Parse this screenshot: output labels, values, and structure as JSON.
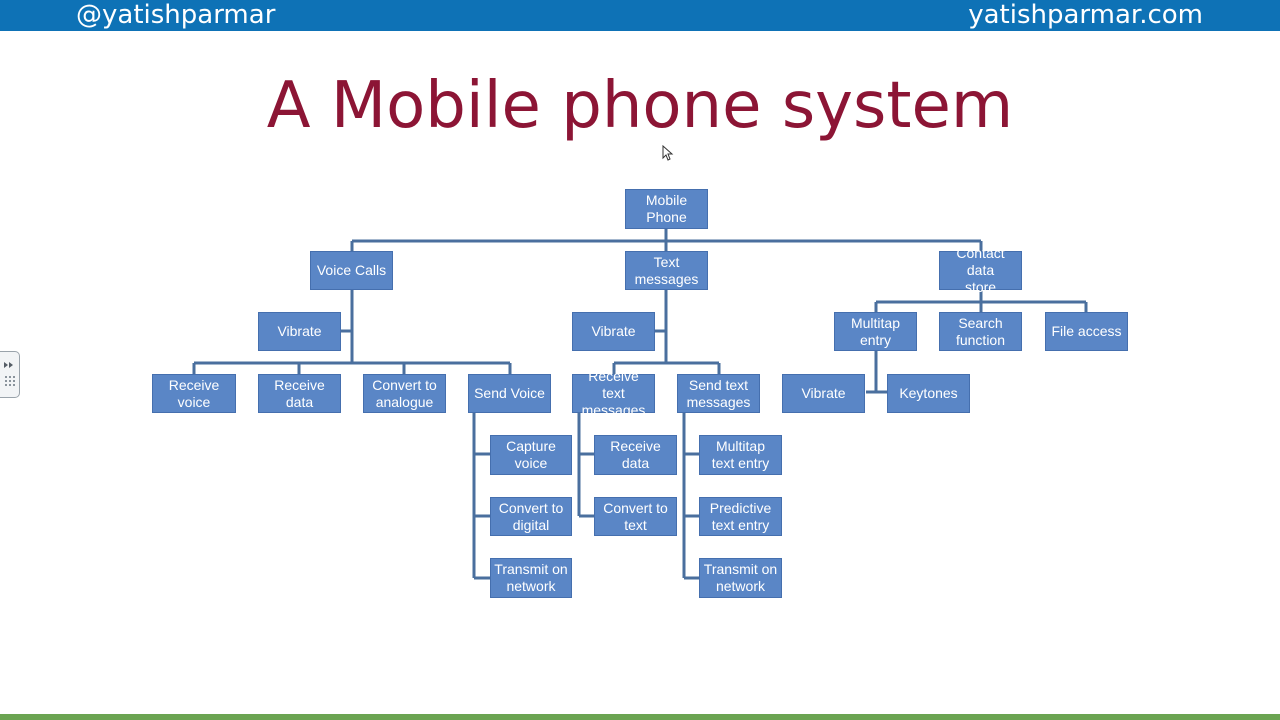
{
  "header": {
    "handle": "@yatishparmar",
    "site": "yatishparmar.com"
  },
  "title": "A Mobile phone system",
  "nodes": {
    "root": "Mobile\nPhone",
    "voice": "Voice Calls",
    "text": "Text\nmessages",
    "contact": "Contact data\nstore",
    "voice_vibrate": "Vibrate",
    "text_vibrate": "Vibrate",
    "multitap": "Multitap\nentry",
    "search": "Search\nfunction",
    "file_access": "File access",
    "receive_voice": "Receive\nvoice",
    "receive_data_v": "Receive data",
    "convert_analogue": "Convert to\nanalogue",
    "send_voice": "Send Voice",
    "receive_text": "Receive text\nmessages",
    "send_text": "Send text\nmessages",
    "contact_vibrate": "Vibrate",
    "keytones": "Keytones",
    "capture_voice": "Capture\nvoice",
    "convert_digital": "Convert to\ndigital",
    "transmit_v": "Transmit on\nnetwork",
    "receive_data_t": "Receive data",
    "convert_text": "Convert to\ntext",
    "multitap_text": "Multitap\ntext entry",
    "predictive": "Predictive\ntext entry",
    "transmit_t": "Transmit on\nnetwork"
  },
  "colors": {
    "box": "#5a86c6",
    "line": "#4a6f9e",
    "title": "#8c1535",
    "header": "#0e72b6"
  }
}
